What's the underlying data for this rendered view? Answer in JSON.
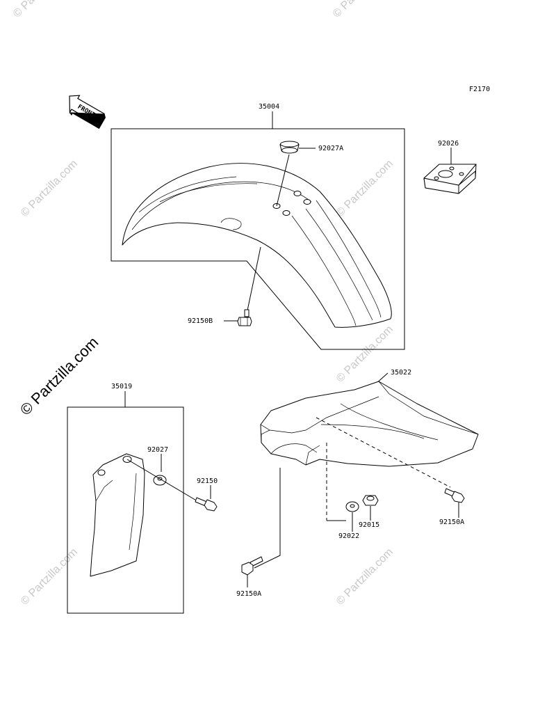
{
  "figure_code": "F2170",
  "front_marker": "FRONT",
  "watermark": {
    "small": "© Partzilla.com",
    "large": "© Partzilla.com"
  },
  "callouts": {
    "front_fender": "35004",
    "fender_grommet": "92027A",
    "collar": "92026",
    "front_fender_bolt": "92150B",
    "plate_assy": "35019",
    "plate_washer": "92027",
    "plate_bolt": "92150",
    "rear_fender": "35022",
    "rear_washer": "92022",
    "rear_nut": "92015",
    "rear_bolt_right": "92150A",
    "rear_bolt_lower": "92150A"
  }
}
